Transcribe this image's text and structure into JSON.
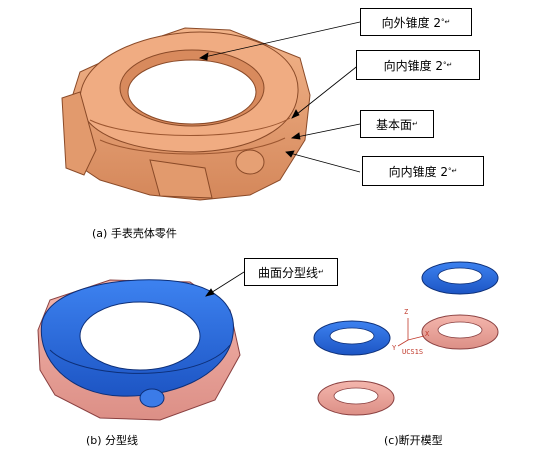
{
  "callouts": {
    "outer_draft": "向外锥度 2",
    "inner_draft_top": "向内锥度 2",
    "base_plane": "基本面",
    "inner_draft_bottom": "向内锥度 2",
    "parting_curve": "曲面分型线",
    "return_mark": "↵",
    "degree_mark": "°"
  },
  "captions": {
    "a": "(a) 手表壳体零件",
    "b": "(b) 分型线",
    "c": "(c)断开模型"
  },
  "axis": {
    "z": "Z",
    "x": "X",
    "y": "Y",
    "ucs": "UCS1S"
  },
  "colors": {
    "part_orange": "#e8a074",
    "part_orange_dark": "#c97a4e",
    "core_blue": "#2f6fe0",
    "core_blue_dark": "#1a48a8",
    "cavity_pink": "#eda39a",
    "cavity_pink_dark": "#c97870"
  }
}
